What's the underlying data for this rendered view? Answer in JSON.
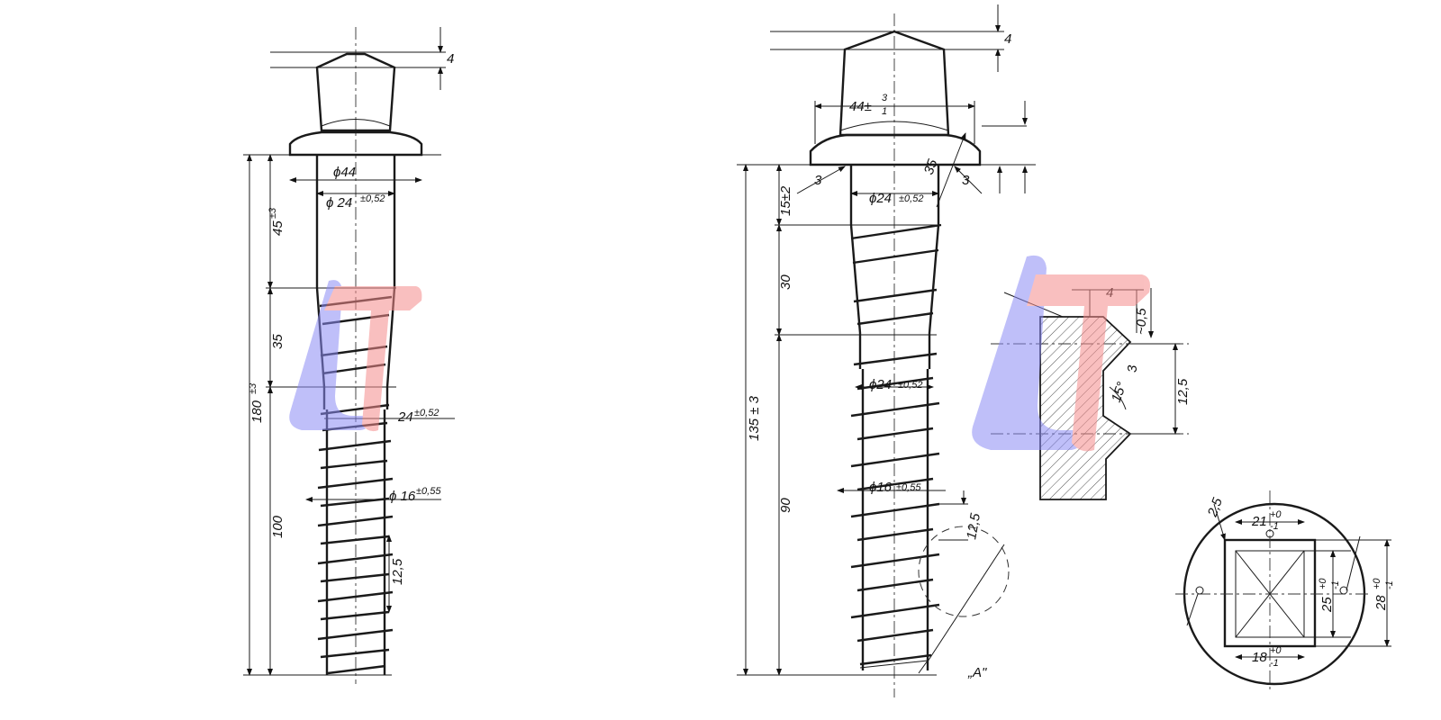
{
  "colors": {
    "line": "#1a1a1a",
    "logo_blue": "#8c8cf5",
    "logo_red": "#f58c8c",
    "background": "#ffffff"
  },
  "left_view": {
    "dims": {
      "head_top": "4",
      "collar_dia": "ϕ44",
      "shank_dia": "ϕ 24",
      "shank_tol": "±0,52",
      "shank_len": "45",
      "shank_len_tol": "±3",
      "transition": "35",
      "total": "180",
      "total_tol": "±3",
      "thread_len": "100",
      "thread_dia": "24",
      "thread_dia_tol": "±0,52",
      "core_dia": "ϕ 16",
      "core_tol": "±0,55",
      "pitch": "12,5"
    }
  },
  "right_view": {
    "dims": {
      "head_top": "4",
      "head_width": "44±",
      "head_width_tol_top": "3",
      "head_width_tol_bottom": "1",
      "chamfer_left": "3",
      "chamfer_right": "3",
      "chamfer_angle": "35",
      "collar_len": "15±2",
      "transition": "30",
      "shank_dia_1": "ϕ24",
      "shank_dia_1_tol": "±0,52",
      "total": "135 ± 3",
      "thread_len": "90",
      "shank_dia_2": "ϕ24",
      "shank_dia_2_tol": "±0,52",
      "core_dia": "ϕ16",
      "core_tol": "±0,55",
      "pitch_small": "12,5",
      "detail_label": "„A\""
    }
  },
  "detail_a": {
    "dims": {
      "crest": "4",
      "crest_gap": "~0,5",
      "angle": "15°",
      "flank": "3",
      "pitch": "12,5"
    }
  },
  "top_view": {
    "dims": {
      "chamfer": "2,5",
      "top_width": "21",
      "top_width_tol_top": "+0",
      "top_width_tol_bottom": "-1",
      "inner_height": "25",
      "inner_height_tol_top": "+0",
      "inner_height_tol_bottom": "-1",
      "outer_height": "28",
      "outer_height_tol_top": "+0",
      "outer_height_tol_bottom": "-1",
      "bottom_width": "18",
      "bottom_width_tol_top": "+0",
      "bottom_width_tol_bottom": "-1"
    }
  }
}
